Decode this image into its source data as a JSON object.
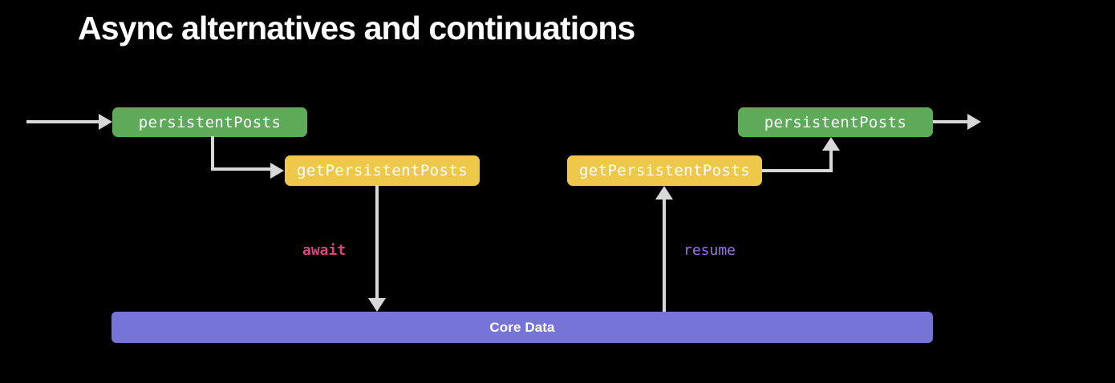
{
  "slide": {
    "title": "Async alternatives and continuations",
    "background_color": "#000000"
  },
  "colors": {
    "green": "#5dab59",
    "yellow": "#edc84a",
    "purple_bar": "#7674d6",
    "arrow": "#d8d8d8",
    "await_label": "#e0427f",
    "resume_label": "#9a72e8",
    "text": "#ffffff"
  },
  "diagram": {
    "nodes": {
      "green_left": {
        "label": "persistentPosts"
      },
      "yellow_left": {
        "label": "getPersistentPosts"
      },
      "yellow_right": {
        "label": "getPersistentPosts"
      },
      "green_right": {
        "label": "persistentPosts"
      },
      "core_data": {
        "label": "Core Data"
      }
    },
    "edge_labels": {
      "await": "await",
      "resume": "resume"
    },
    "arrows": [
      {
        "name": "entry-arrow",
        "direction": "right"
      },
      {
        "name": "green-left-to-yellow-left",
        "direction": "right"
      },
      {
        "name": "await-arrow",
        "direction": "down"
      },
      {
        "name": "resume-arrow",
        "direction": "up"
      },
      {
        "name": "yellow-right-to-green-right",
        "direction": "up"
      },
      {
        "name": "exit-arrow",
        "direction": "right"
      }
    ]
  }
}
